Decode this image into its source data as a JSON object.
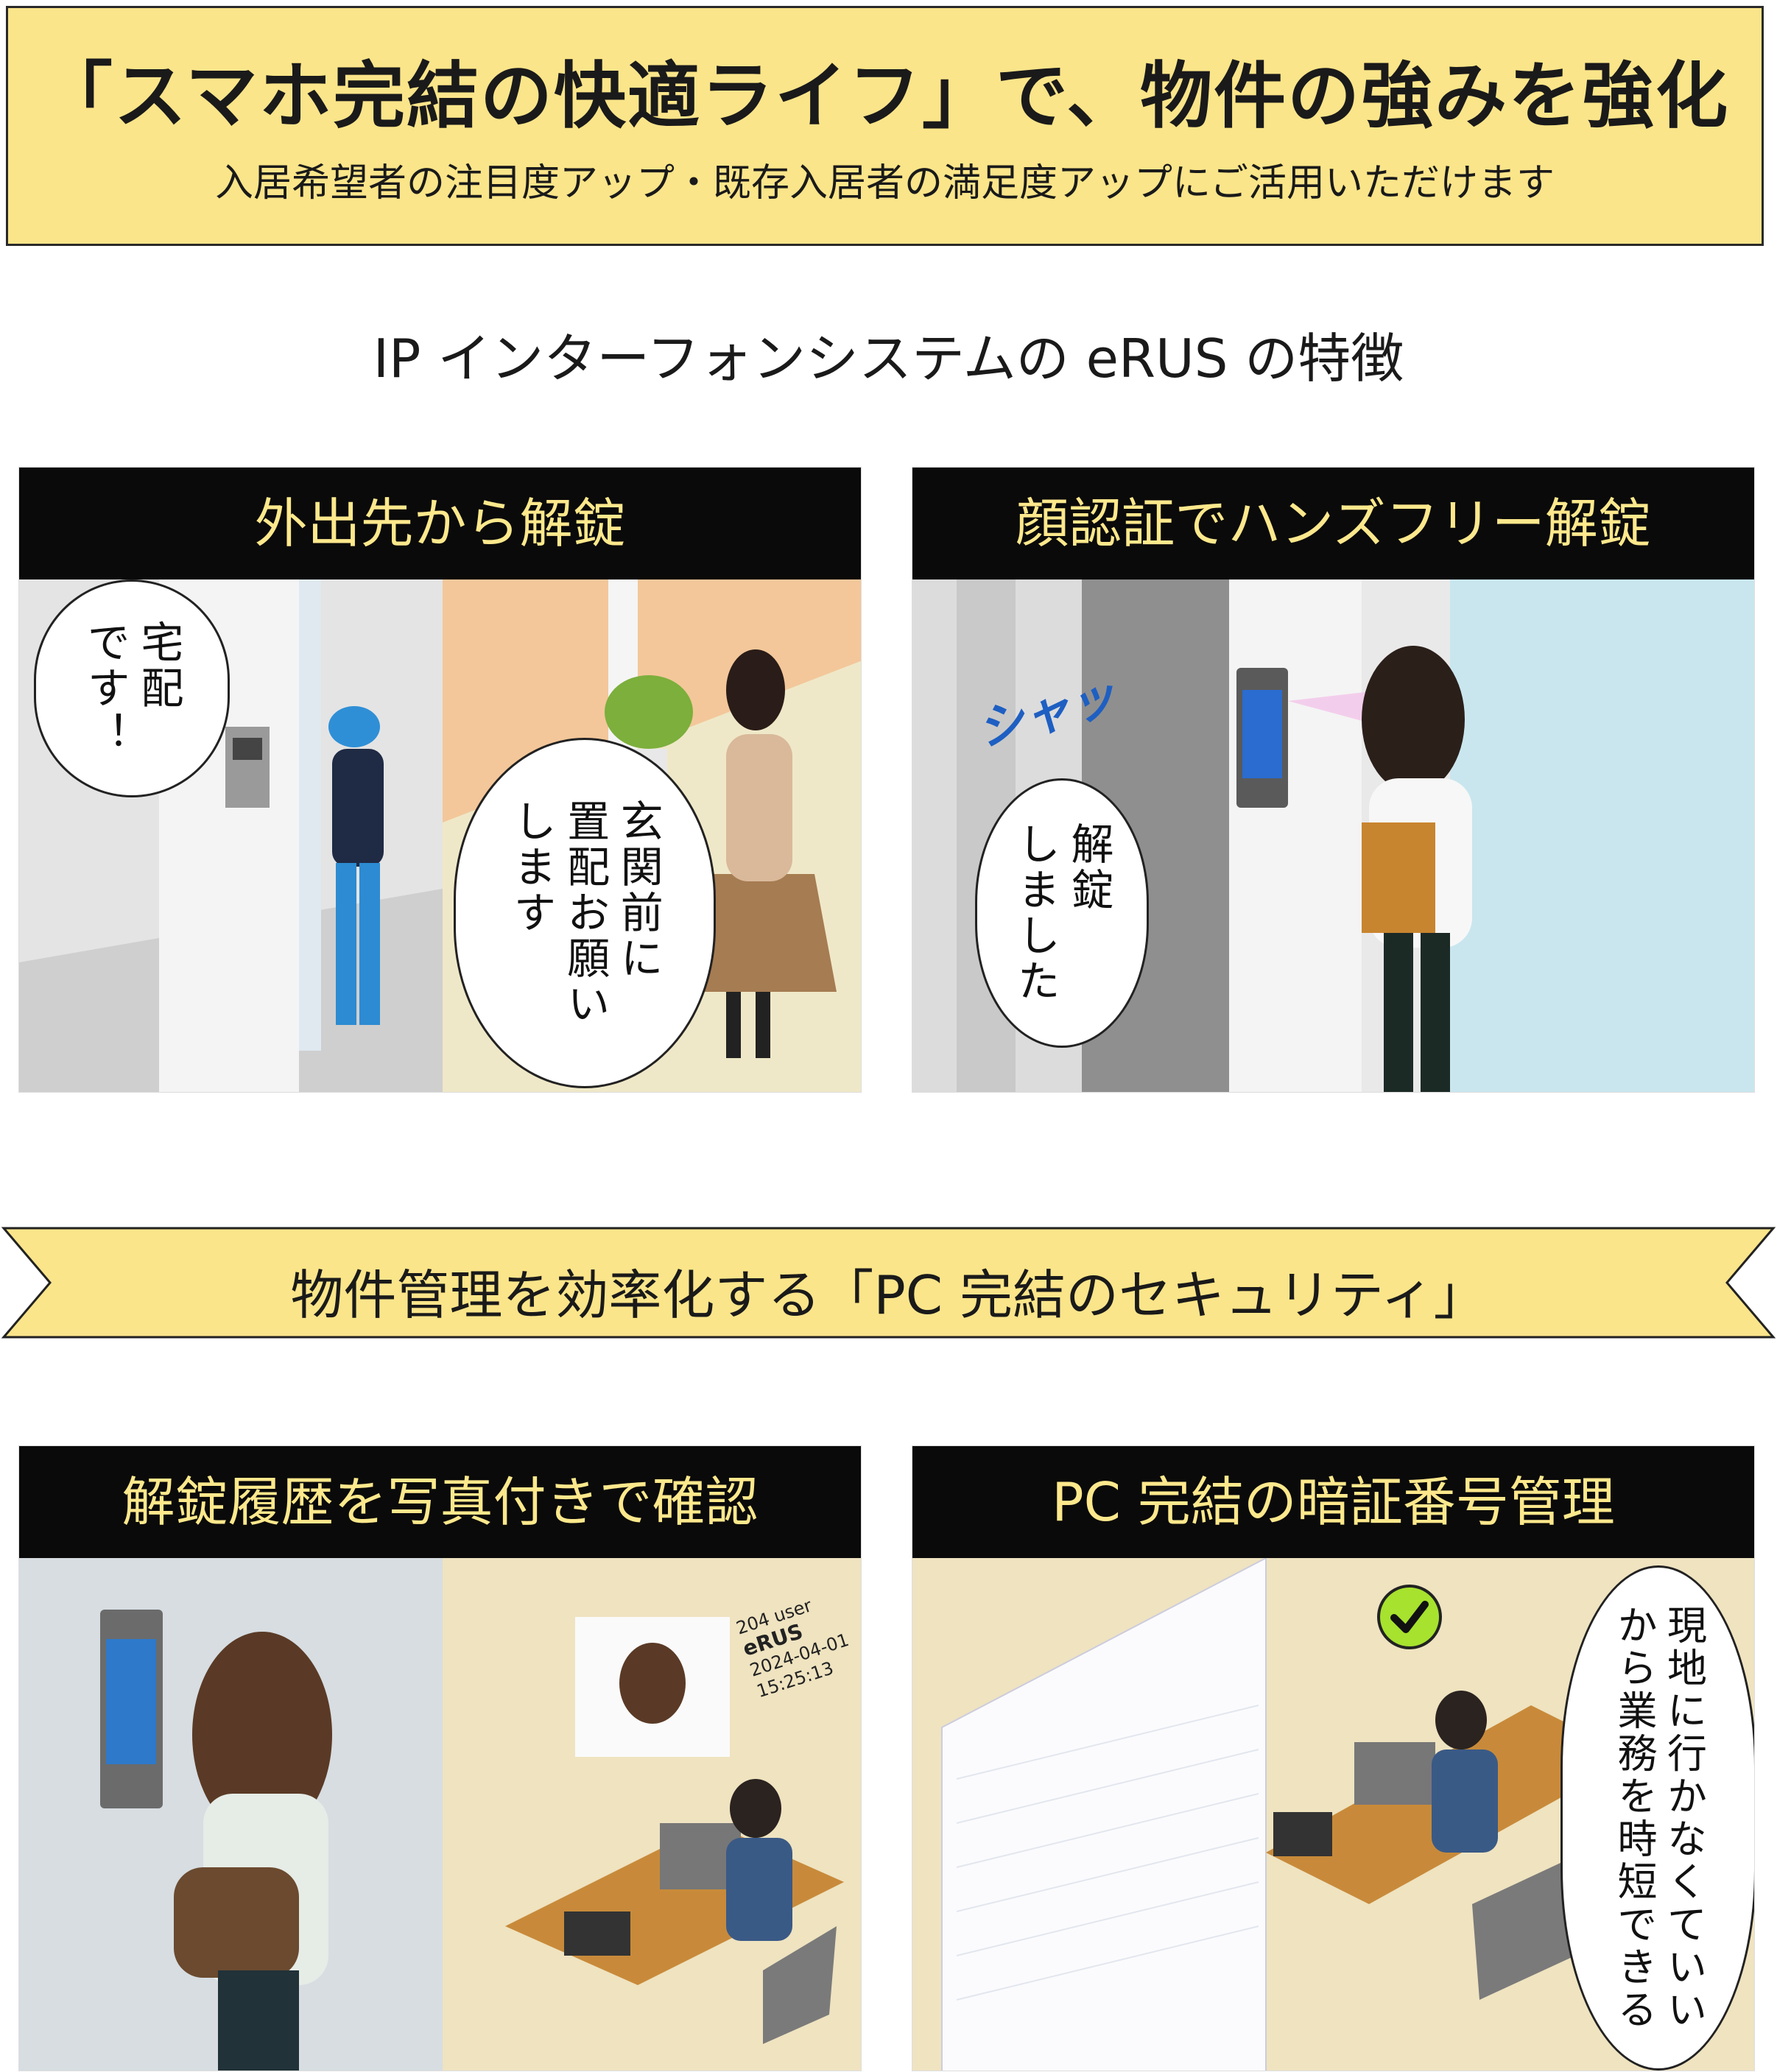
{
  "banner": {
    "title": "「スマホ完結の快適ライフ」で、物件の強みを強化",
    "subtitle": "入居希望者の注目度アップ・既存入居者の満足度アップにご活用いただけます"
  },
  "section_heading": "IP インターフォンシステムの eRUS の特徴",
  "panels": [
    {
      "title": "外出先から解錠",
      "bubbles": [
        "宅配\nです！",
        "玄関前に\n置配お願い\nします"
      ]
    },
    {
      "title": "顔認証でハンズフリー解錠",
      "effect_text": "シャッ",
      "bubbles": [
        "解錠\nしました"
      ]
    }
  ],
  "ribbon": "物件管理を効率化する「PC 完結のセキュリティ」",
  "panels_bottom": [
    {
      "title": "解錠履歴を写真付きで確認",
      "log_user": "204 user",
      "log_brand": "eRUS",
      "log_date": "2024-04-01",
      "log_time": "15:25:13"
    },
    {
      "title": "PC 完結の暗証番号管理",
      "bubbles": [
        "現地に行かなくていい\nから業務を時短できる"
      ]
    }
  ],
  "colors": {
    "banner_bg": "#fbe58a",
    "panel_header_bg": "#0a0a0a",
    "panel_header_text": "#fde88c",
    "check_green": "#a6e22e"
  },
  "icons": [
    "check-icon"
  ]
}
